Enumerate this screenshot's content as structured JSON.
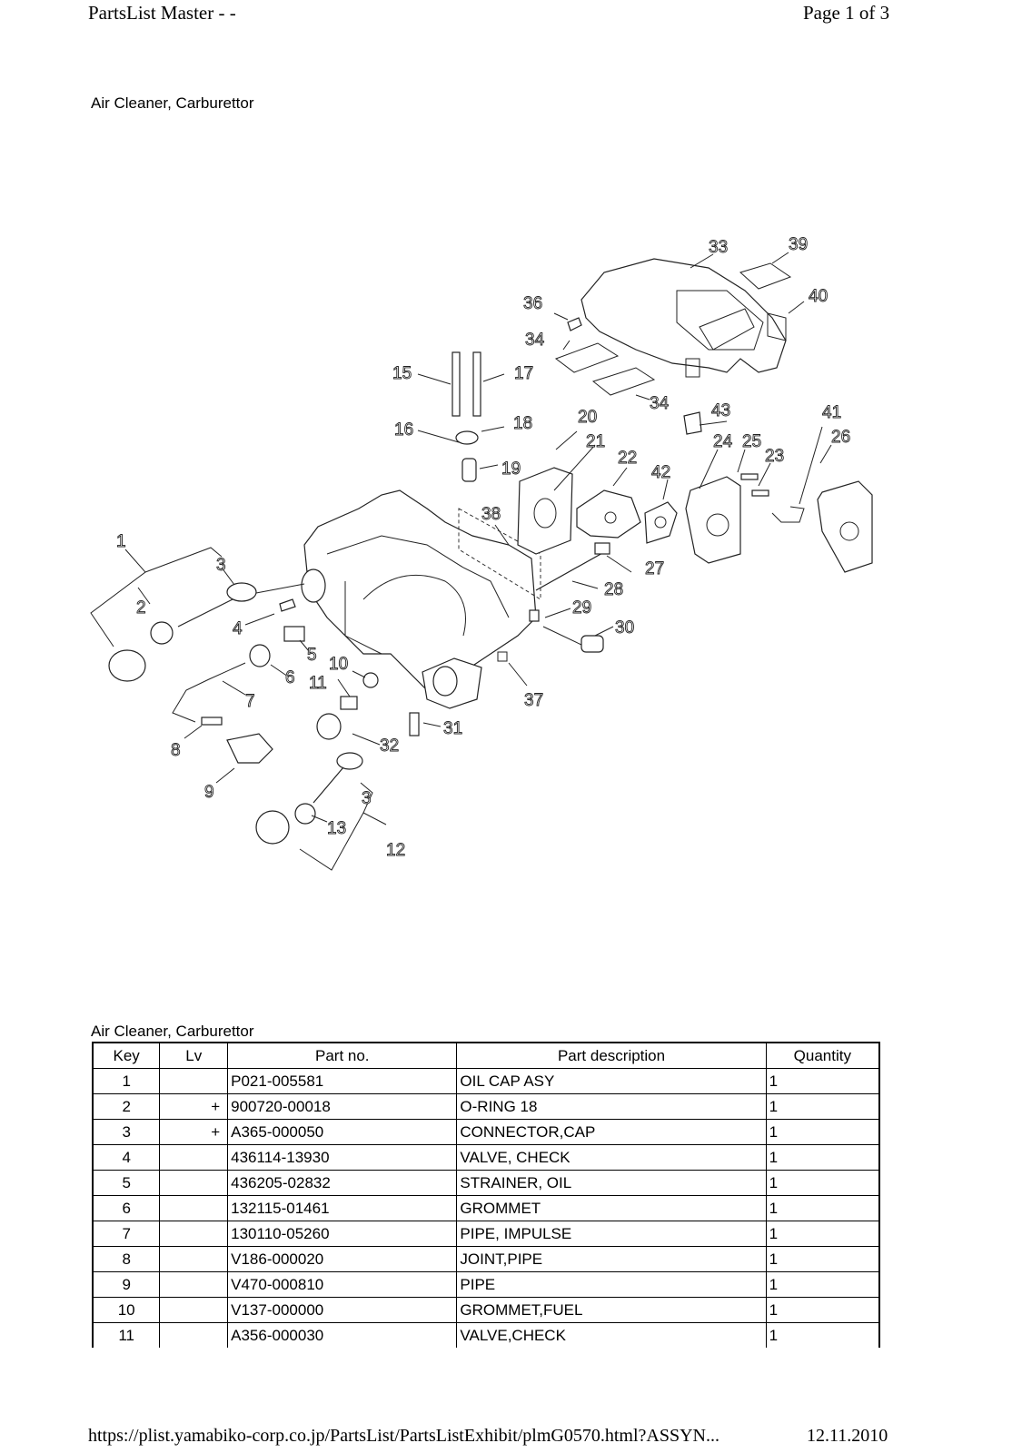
{
  "header": {
    "title": "PartsList Master - -",
    "page_indicator": "Page 1 of 3"
  },
  "section_title": "Air Cleaner, Carburettor",
  "diagram": {
    "title": "Air Cleaner, Carburettor exploded view",
    "callouts": [
      "1",
      "2",
      "3",
      "4",
      "5",
      "6",
      "7",
      "8",
      "9",
      "10",
      "11",
      "12",
      "3",
      "13",
      "15",
      "16",
      "17",
      "18",
      "19",
      "20",
      "21",
      "22",
      "23",
      "24",
      "25",
      "26",
      "27",
      "28",
      "29",
      "30",
      "31",
      "32",
      "33",
      "34",
      "34",
      "36",
      "37",
      "38",
      "39",
      "40",
      "41",
      "42",
      "43"
    ]
  },
  "table": {
    "title": "Air Cleaner, Carburettor",
    "columns": [
      "Key",
      "Lv",
      "Part no.",
      "Part description",
      "Quantity"
    ],
    "rows": [
      {
        "key": "1",
        "lv": "",
        "part_no": "P021-005581",
        "description": "OIL CAP ASY",
        "quantity": "1"
      },
      {
        "key": "2",
        "lv": "+",
        "part_no": "900720-00018",
        "description": "O-RING 18",
        "quantity": "1"
      },
      {
        "key": "3",
        "lv": "+",
        "part_no": "A365-000050",
        "description": "CONNECTOR,CAP",
        "quantity": "1"
      },
      {
        "key": "4",
        "lv": "",
        "part_no": "436114-13930",
        "description": "VALVE, CHECK",
        "quantity": "1"
      },
      {
        "key": "5",
        "lv": "",
        "part_no": "436205-02832",
        "description": "STRAINER, OIL",
        "quantity": "1"
      },
      {
        "key": "6",
        "lv": "",
        "part_no": "132115-01461",
        "description": "GROMMET",
        "quantity": "1"
      },
      {
        "key": "7",
        "lv": "",
        "part_no": "130110-05260",
        "description": "PIPE, IMPULSE",
        "quantity": "1"
      },
      {
        "key": "8",
        "lv": "",
        "part_no": "V186-000020",
        "description": "JOINT,PIPE",
        "quantity": "1"
      },
      {
        "key": "9",
        "lv": "",
        "part_no": "V470-000810",
        "description": "PIPE",
        "quantity": "1"
      },
      {
        "key": "10",
        "lv": "",
        "part_no": "V137-000000",
        "description": "GROMMET,FUEL",
        "quantity": "1"
      },
      {
        "key": "11",
        "lv": "",
        "part_no": "A356-000030",
        "description": "VALVE,CHECK",
        "quantity": "1"
      }
    ]
  },
  "footer": {
    "url": "https://plist.yamabiko-corp.co.jp/PartsList/PartsListExhibit/plmG0570.html?ASSYN...",
    "date": "12.11.2010"
  }
}
